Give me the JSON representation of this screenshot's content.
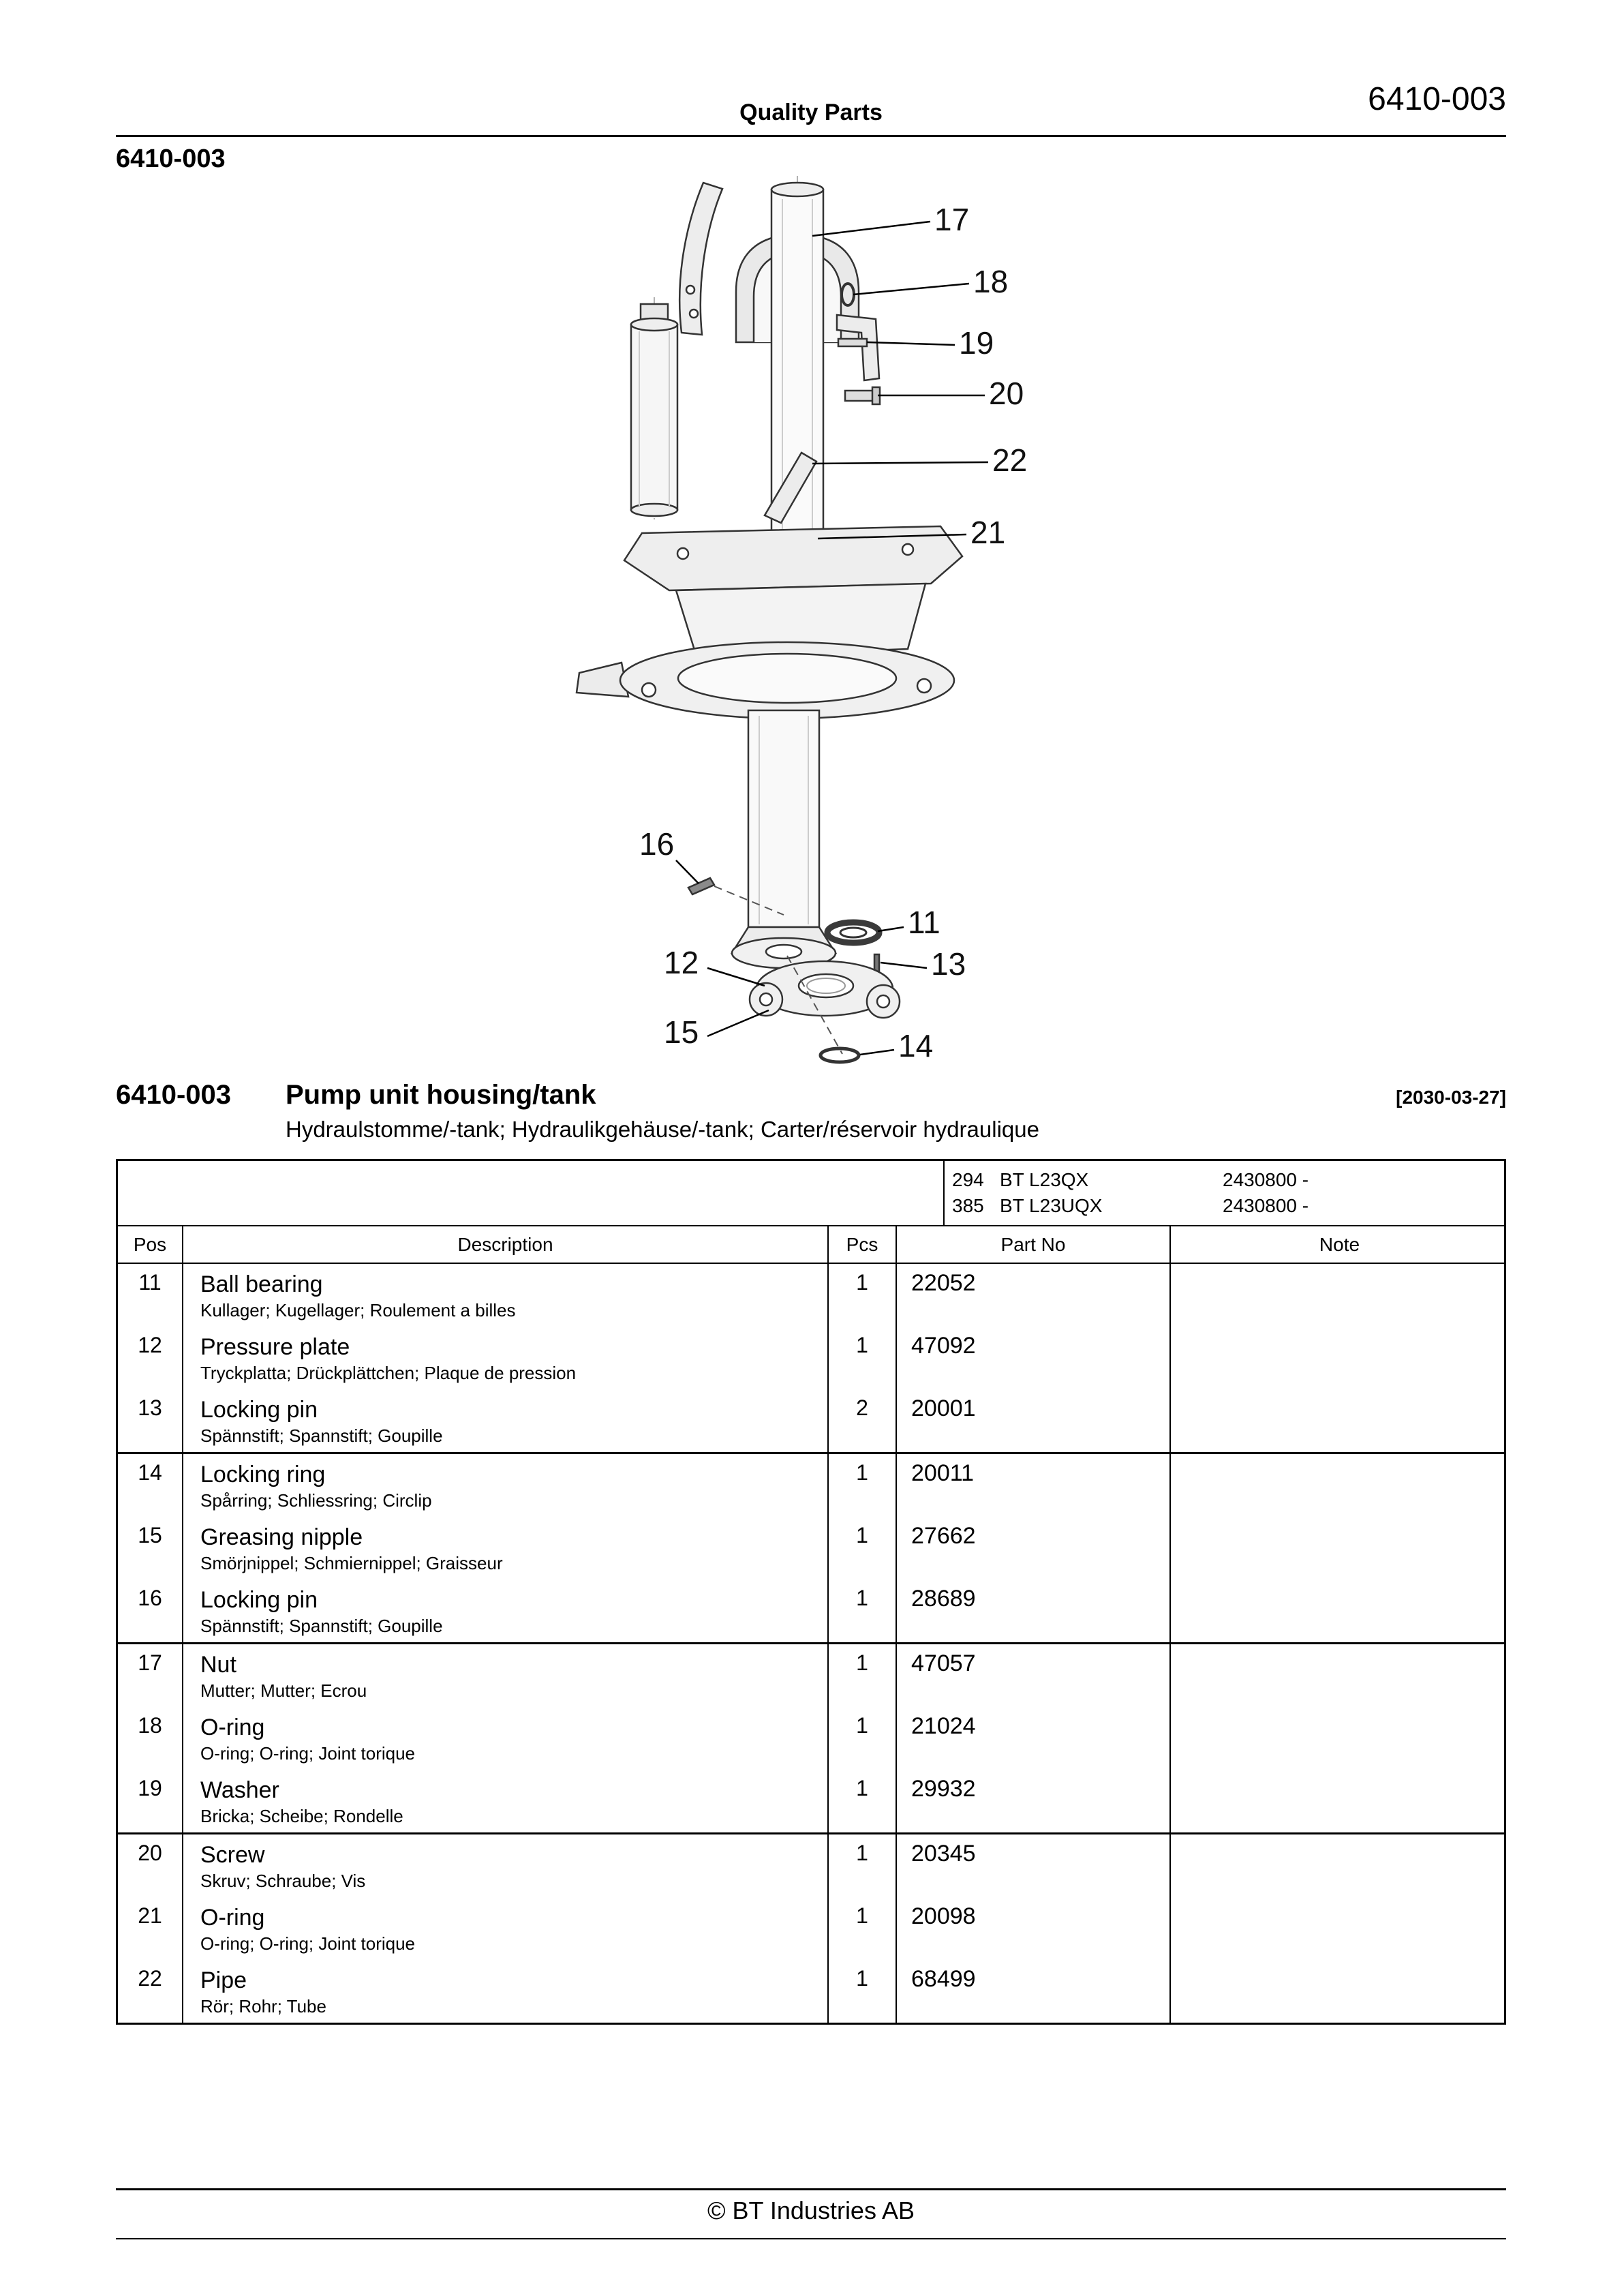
{
  "header": {
    "center": "Quality Parts",
    "doc_no": "6410-003",
    "section_no": "6410-003"
  },
  "title_block": {
    "number": "6410-003",
    "title": "Pump unit housing/tank",
    "date": "[2030-03-27]",
    "subtitle": "Hydraulstomme/-tank; Hydraulikgehäuse/-tank; Carter/réservoir hydraulique"
  },
  "models": [
    {
      "code": "294",
      "name": "BT L23QX",
      "serial": "2430800 -"
    },
    {
      "code": "385",
      "name": "BT L23UQX",
      "serial": "2430800 -"
    }
  ],
  "table": {
    "headers": {
      "pos": "Pos",
      "description": "Description",
      "pcs": "Pcs",
      "part_no": "Part No",
      "note": "Note"
    },
    "rows": [
      {
        "pos": "11",
        "description": "Ball bearing",
        "sub": "Kullager; Kugellager; Roulement a billes",
        "pcs": "1",
        "part_no": "22052",
        "note": ""
      },
      {
        "pos": "12",
        "description": "Pressure plate",
        "sub": "Tryckplatta; Drückplättchen; Plaque de pression",
        "pcs": "1",
        "part_no": "47092",
        "note": ""
      },
      {
        "pos": "13",
        "description": "Locking pin",
        "sub": "Spännstift; Spannstift; Goupille",
        "pcs": "2",
        "part_no": "20001",
        "note": ""
      },
      {
        "pos": "14",
        "description": "Locking ring",
        "sub": "Spårring; Schliessring; Circlip",
        "pcs": "1",
        "part_no": "20011",
        "note": ""
      },
      {
        "pos": "15",
        "description": "Greasing nipple",
        "sub": "Smörjnippel; Schmiernippel; Graisseur",
        "pcs": "1",
        "part_no": "27662",
        "note": ""
      },
      {
        "pos": "16",
        "description": "Locking pin",
        "sub": "Spännstift; Spannstift; Goupille",
        "pcs": "1",
        "part_no": "28689",
        "note": ""
      },
      {
        "pos": "17",
        "description": "Nut",
        "sub": "Mutter; Mutter; Ecrou",
        "pcs": "1",
        "part_no": "47057",
        "note": ""
      },
      {
        "pos": "18",
        "description": "O-ring",
        "sub": "O-ring; O-ring; Joint torique",
        "pcs": "1",
        "part_no": "21024",
        "note": ""
      },
      {
        "pos": "19",
        "description": "Washer",
        "sub": "Bricka; Scheibe; Rondelle",
        "pcs": "1",
        "part_no": "29932",
        "note": ""
      },
      {
        "pos": "20",
        "description": "Screw",
        "sub": "Skruv; Schraube; Vis",
        "pcs": "1",
        "part_no": "20345",
        "note": ""
      },
      {
        "pos": "21",
        "description": "O-ring",
        "sub": "O-ring; O-ring; Joint torique",
        "pcs": "1",
        "part_no": "20098",
        "note": ""
      },
      {
        "pos": "22",
        "description": "Pipe",
        "sub": "Rör; Rohr; Tube",
        "pcs": "1",
        "part_no": "68499",
        "note": ""
      }
    ]
  },
  "callouts": [
    {
      "label": "17"
    },
    {
      "label": "18"
    },
    {
      "label": "19"
    },
    {
      "label": "20"
    },
    {
      "label": "22"
    },
    {
      "label": "21"
    },
    {
      "label": "16"
    },
    {
      "label": "11"
    },
    {
      "label": "12"
    },
    {
      "label": "13"
    },
    {
      "label": "15"
    },
    {
      "label": "14"
    }
  ],
  "footer": {
    "text": "© BT Industries AB"
  }
}
